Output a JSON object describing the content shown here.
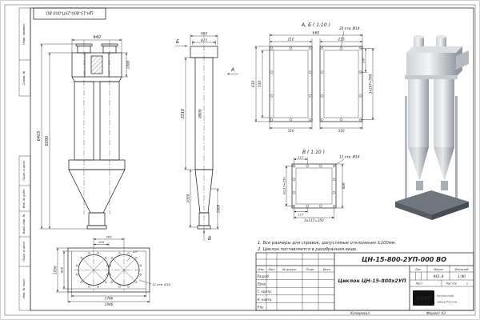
{
  "sheet": {
    "stamp_top": "ЦН-15-800-2УП-000 ВО",
    "footer_copy": "Копировал",
    "footer_format": "Формат А3",
    "margins": [
      "Перв. примен.",
      "Справ. №",
      "Подп. и дата",
      "Инв. № дубл.",
      "Взам. инв. №",
      "Подп. и дата",
      "Инв. № подл."
    ]
  },
  "front_view": {
    "dim_width_top": "940",
    "dim_header_height": "1888",
    "dim_total_height": "6405",
    "dim_body_height": "6090"
  },
  "side_view": {
    "dim_width_top": "960",
    "dim_width_flange": "825",
    "dim_body_height": "3510",
    "dim_cone_height": "2030",
    "dim_outlet_height": "1605",
    "label_diameter": "Ø800",
    "arrow_a": "А",
    "arrow_b": "Б",
    "arrow_v": "В"
  },
  "section_ab": {
    "title": "А, Б ( 1:10 )",
    "holes_note": "20 отв. Ø14",
    "dim_total_width": "660",
    "dim_left_width": "210",
    "dim_right_width": "210",
    "dim_inner_height": "530",
    "dim_outer_height": "630",
    "dim_hole_pitch": "197",
    "dim_pitch_total": "3х197=590",
    "dim_left_bottom": "310",
    "dim_right_bottom": "310"
  },
  "section_v": {
    "title": "В ( 1:10 )",
    "holes_note": "12 отв. Ø14",
    "dim_top": "117",
    "dim_left": "3х117=350",
    "dim_right": "600",
    "dim_bottom_1": "117",
    "dim_bottom_2": "3х117=350"
  },
  "bottom_view": {
    "dim_top_1": "200",
    "dim_top_2": "100",
    "dim_angle": "45°",
    "dim_left_outer": "1056",
    "dim_left_inner": "806",
    "dim_bottom_inner": "1746",
    "dim_bottom_outer": "1946",
    "holes_note": "12 отв. Ø18"
  },
  "notes": {
    "line1": "1. Все размеры для справок, допустимые отклонения ±100мм.",
    "line2": "2. Циклон поставляется в разобранном виде."
  },
  "title_block": {
    "designation": "ЦН-15-800-2УП-000 ВО",
    "product_name": "Циклон ЦН-15-800х2УП",
    "col_izm": "Изм.",
    "col_list": "Лист",
    "col_doc": "№ докум.",
    "col_sign": "Подп.",
    "col_date": "Дата",
    "row_developed": "Разраб.",
    "row_checked": "Пров.",
    "row_tcontrol": "Т. контр.",
    "row_ncontrol": "Н. контр.",
    "row_approved": "Утв.",
    "lit_label": "Лит.",
    "mass_label": "Масса",
    "scale_label": "Масштаб",
    "mass_value": "961.8",
    "scale_value": "1:40",
    "sheet_label": "Лист",
    "sheets_label": "Листов",
    "sheets_value": "1",
    "logo_text": "KVZR",
    "company_line1": "Котельный",
    "company_line2": "завод России"
  }
}
